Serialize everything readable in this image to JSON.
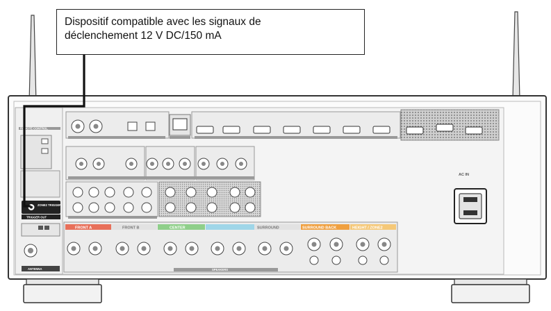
{
  "callout": {
    "line1": "Dispositif compatible avec les signaux de",
    "line2": "déclenchement 12 V DC/150 mA"
  },
  "panel_labels": {
    "trigger_out": "TRIGGER OUT",
    "trigger_jack": "ZONE2 TRIGGER",
    "ac_in": "AC IN",
    "speakers": "SPEAKERS",
    "antenna": "ANTENNA",
    "remote_control": "REMOTE CONTROL",
    "front_a": "FRONT A",
    "front_b": "FRONT B",
    "center": "CENTER",
    "surround": "SURROUND",
    "surround_back": "SURROUND BACK",
    "height": "HEIGHT / ZONE2"
  },
  "colors": {
    "front_a": "#e8705a",
    "center": "#8fcf8a",
    "surround": "#9fd6e8",
    "surround_back": "#f0a040",
    "height": "#f5c878"
  }
}
